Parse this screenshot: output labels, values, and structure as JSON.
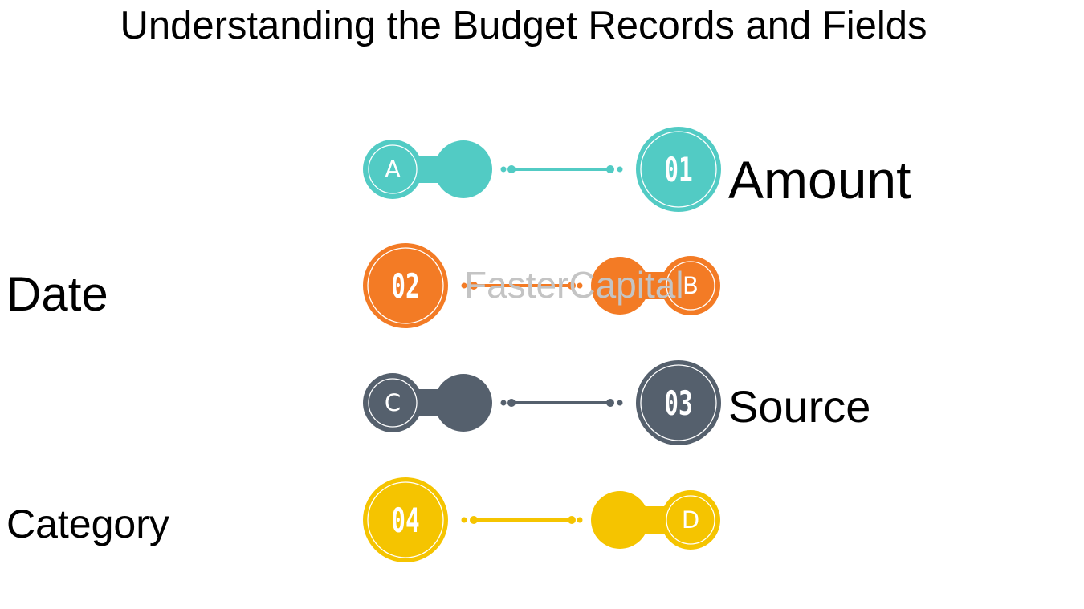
{
  "title": "Understanding the Budget Records and Fields",
  "watermark": "FasterCapital",
  "items": [
    {
      "number": "01",
      "letter": "A",
      "label": "Amount",
      "color": "#52cbc4",
      "orientation": "letter-left"
    },
    {
      "number": "02",
      "letter": "B",
      "label": "Date",
      "color": "#f37b25",
      "orientation": "number-left"
    },
    {
      "number": "03",
      "letter": "C",
      "label": "Source",
      "color": "#55606d",
      "orientation": "letter-left"
    },
    {
      "number": "04",
      "letter": "D",
      "label": "Category",
      "color": "#f5c400",
      "orientation": "number-left"
    }
  ]
}
